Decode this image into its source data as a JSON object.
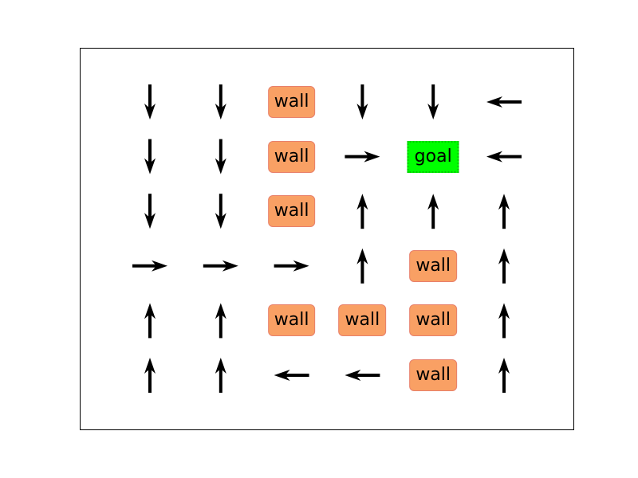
{
  "gridworld": {
    "rows": 6,
    "cols": 6,
    "cells": [
      [
        "down",
        "down",
        "wall",
        "down",
        "down",
        "left"
      ],
      [
        "down",
        "down",
        "wall",
        "right",
        "goal",
        "left"
      ],
      [
        "down",
        "down",
        "wall",
        "up",
        "up",
        "up"
      ],
      [
        "right",
        "right",
        "right",
        "up",
        "wall",
        "up"
      ],
      [
        "up",
        "up",
        "wall",
        "wall",
        "wall",
        "up"
      ],
      [
        "up",
        "up",
        "left",
        "left",
        "wall",
        "up"
      ]
    ],
    "wall_label": "wall",
    "goal_label": "goal",
    "colors": {
      "wall_fill": "#f9a064",
      "wall_border": "#e8806a",
      "goal_fill": "#00ff00",
      "goal_border": "#00c800",
      "arrow": "#000000",
      "frame": "#000000"
    }
  }
}
